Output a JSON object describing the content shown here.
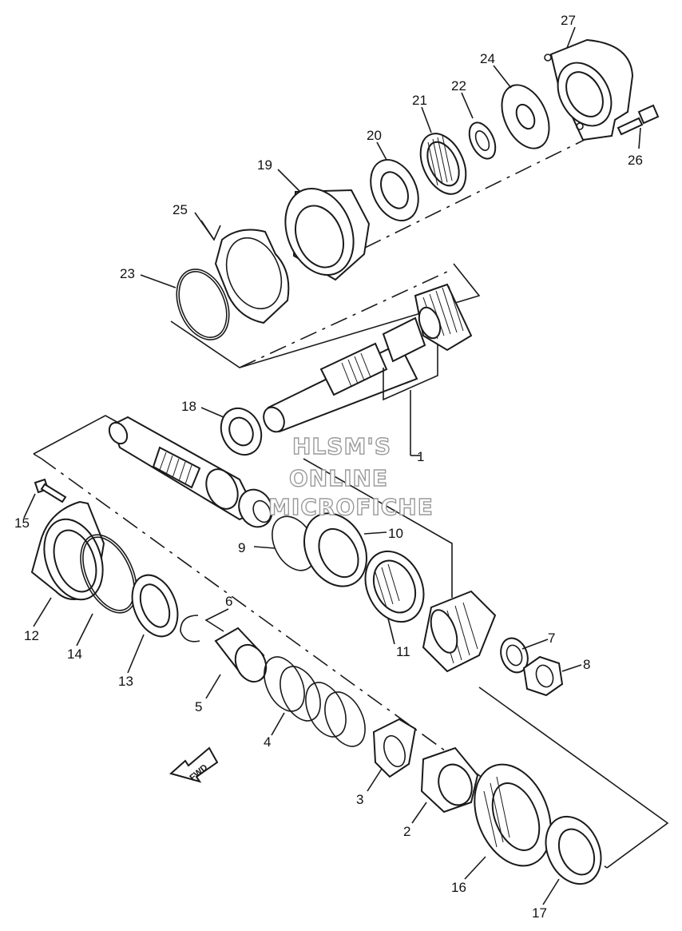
{
  "watermark": {
    "line1": "HLSM'S",
    "line2": "ONLINE",
    "line3": "MICROFICHE"
  },
  "direction_arrow": "FWD",
  "callouts": {
    "n1": "1",
    "n2": "2",
    "n3": "3",
    "n4": "4",
    "n5": "5",
    "n6": "6",
    "n7": "7",
    "n8": "8",
    "n9": "9",
    "n10": "10",
    "n11": "11",
    "n12": "12",
    "n13": "13",
    "n14": "14",
    "n15": "15",
    "n16": "16",
    "n17": "17",
    "n18": "18",
    "n19": "19",
    "n20": "20",
    "n21": "21",
    "n22": "22",
    "n23": "23",
    "n24": "24",
    "n25": "25",
    "n26": "26",
    "n27": "27"
  }
}
